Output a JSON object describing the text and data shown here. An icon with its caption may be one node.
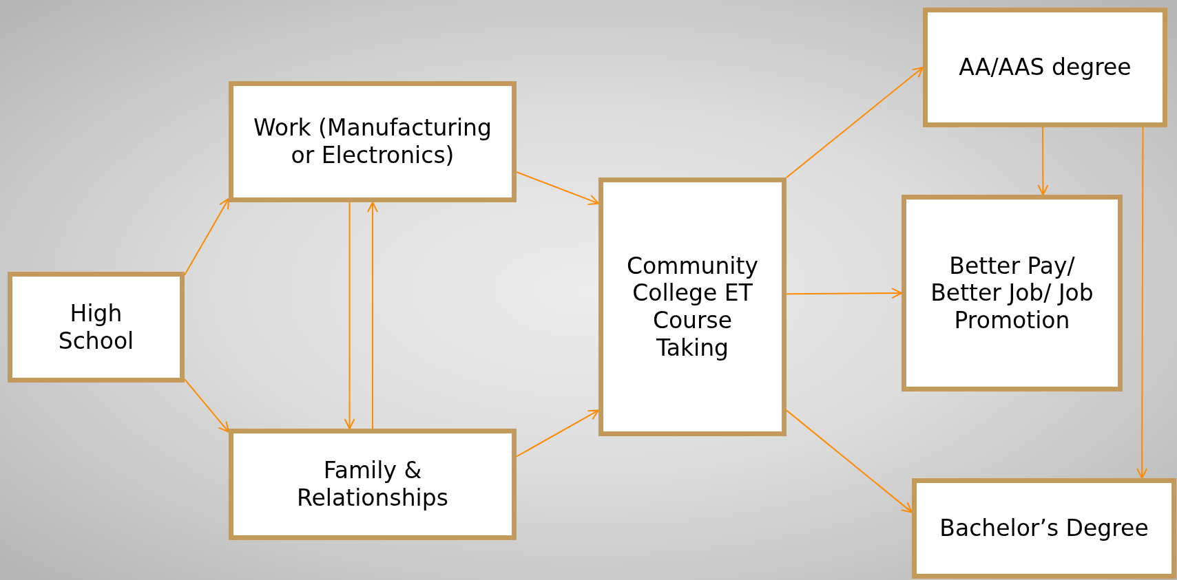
{
  "diagram": {
    "nodes": [
      {
        "text": [
          "High School"
        ]
      },
      {
        "text": [
          "Work (Manufacturing or Electronics)"
        ]
      },
      {
        "text": [
          "Family & Relationships"
        ]
      },
      {
        "text": [
          "Community College ET Course Taking"
        ]
      },
      {
        "text": [
          "AA/AAS degree"
        ]
      },
      {
        "text": [
          "Better Pay/ Better Job/ Job Promotion"
        ]
      },
      {
        "text": [
          "Bachelor’s Degree"
        ]
      }
    ],
    "edges": [
      {
        "from": 0,
        "to": 1,
        "arrow": "to"
      },
      {
        "from": 0,
        "to": 2,
        "arrow": "to"
      },
      {
        "from": 1,
        "to": 3,
        "arrow": "to"
      },
      {
        "from": 2,
        "to": 3,
        "arrow": "to"
      },
      {
        "from": 1,
        "to": 2,
        "arrow": "to"
      },
      {
        "from": 2,
        "to": 1,
        "arrow": "to"
      },
      {
        "from": 3,
        "to": 4,
        "arrow": "to"
      },
      {
        "from": 3,
        "to": 5,
        "arrow": "to"
      },
      {
        "from": 3,
        "to": 6,
        "arrow": "to"
      },
      {
        "from": 4,
        "to": 5,
        "arrow": "to"
      },
      {
        "from": 4,
        "to": 6,
        "arrow": "to"
      }
    ]
  }
}
